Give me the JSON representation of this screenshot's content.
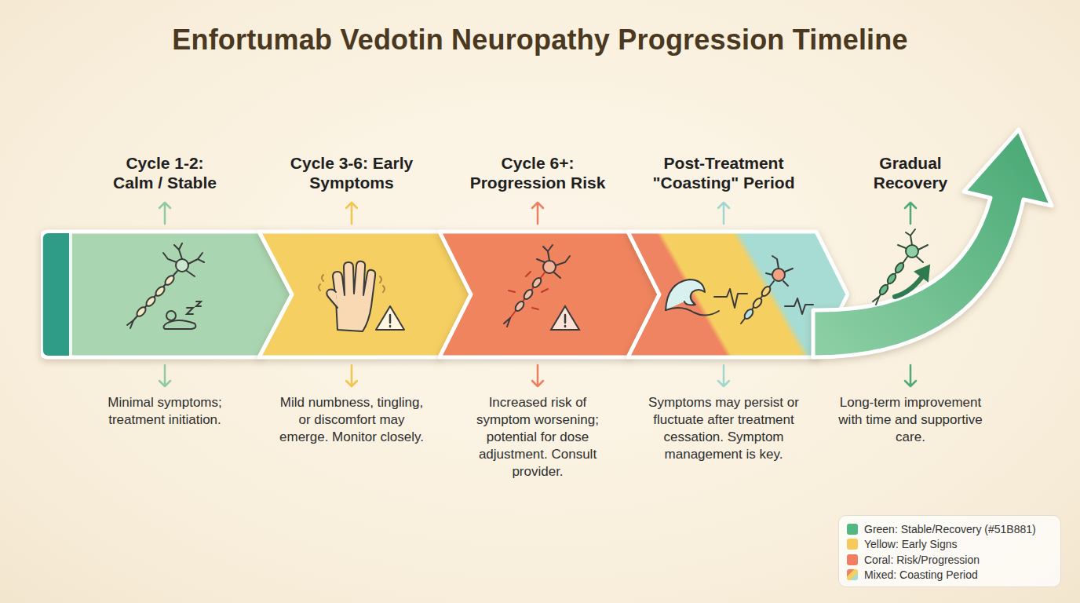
{
  "diagram": {
    "title": "Enfortumab Vedotin Neuropathy Progression Timeline",
    "nodes": [
      {
        "text": [
          "Cycle 1-2: Calm / Stable",
          "Minimal symptoms; treatment initiation."
        ]
      },
      {
        "text": [
          "Cycle 3-6: Early Symptoms",
          "Mild numbness, tingling, or discomfort may emerge. Monitor closely."
        ]
      },
      {
        "text": [
          "Cycle 6+: Progression Risk",
          "Increased risk of symptom worsening; potential for dose adjustment. Consult provider."
        ]
      },
      {
        "text": [
          "Post-Treatment \"Coasting\" Period",
          "Symptoms may persist or fluctuate after treatment cessation. Symptom management is key."
        ]
      },
      {
        "text": [
          "Gradual Recovery",
          "Long-term improvement with time and supportive care."
        ]
      }
    ],
    "legend": [
      {
        "text": "Green: Stable/Recovery (#51B881)",
        "color": "#51B881"
      },
      {
        "text": "Yellow: Early Signs",
        "color": "#F5C95C"
      },
      {
        "text": "Coral: Risk/Progression",
        "color": "#EF7F5E"
      },
      {
        "text": "Mixed: Coasting Period"
      }
    ]
  }
}
